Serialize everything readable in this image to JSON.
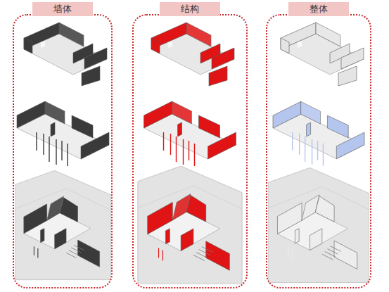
{
  "diagram": {
    "nodes": [
      {
        "text": [
          "墙体"
        ]
      },
      {
        "text": [
          "结构"
        ]
      },
      {
        "text": [
          "整体"
        ]
      }
    ]
  }
}
